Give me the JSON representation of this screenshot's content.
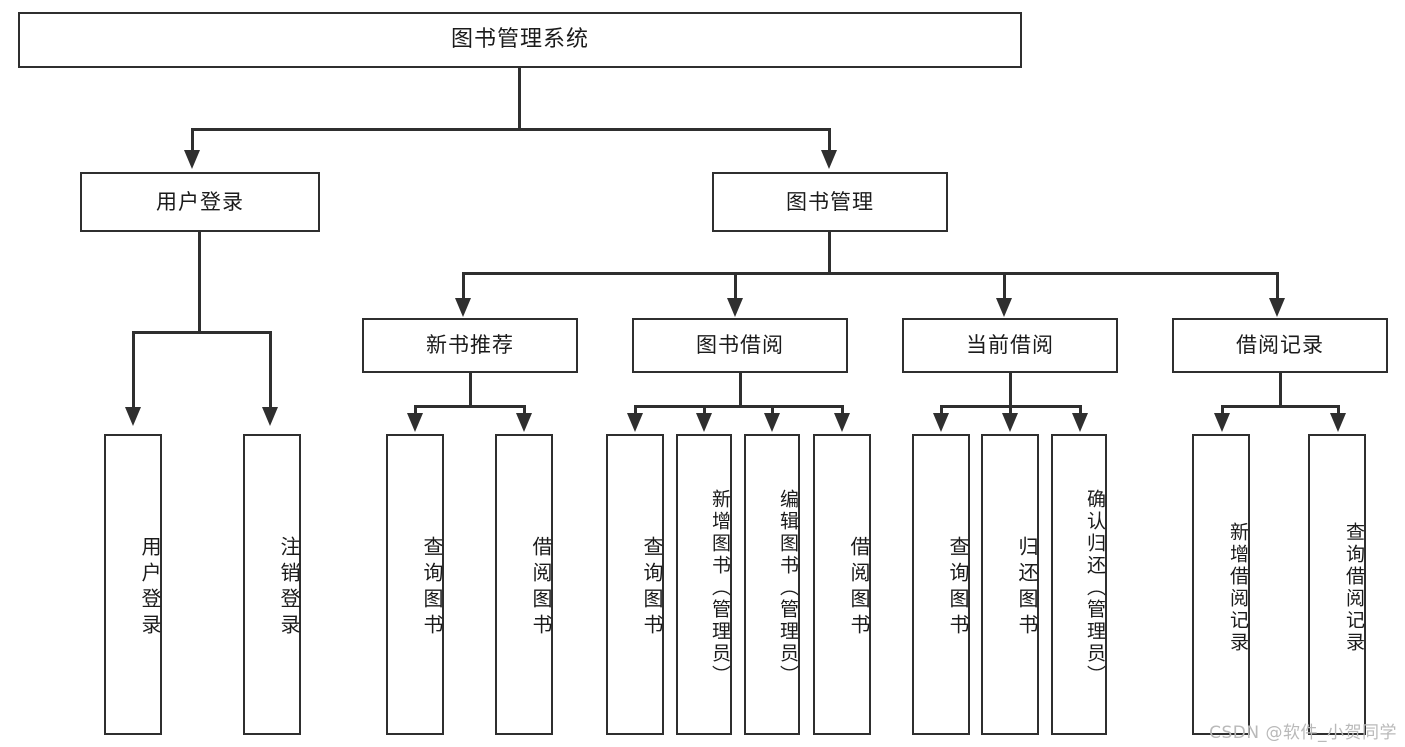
{
  "diagram": {
    "title": "图书管理系统",
    "root": {
      "label": "图书管理系统"
    },
    "level1": [
      {
        "label": "用户登录"
      },
      {
        "label": "图书管理"
      }
    ],
    "level2": [
      {
        "label": "新书推荐"
      },
      {
        "label": "图书借阅"
      },
      {
        "label": "当前借阅"
      },
      {
        "label": "借阅记录"
      }
    ],
    "leaves": {
      "user_login": [
        {
          "label": "用户登录"
        },
        {
          "label": "注销登录"
        }
      ],
      "new_book_recommend": [
        {
          "label": "查询图书"
        },
        {
          "label": "借阅图书"
        }
      ],
      "book_borrow": [
        {
          "label": "查询图书"
        },
        {
          "label": "新增图书（管理员）"
        },
        {
          "label": "编辑图书（管理员）"
        },
        {
          "label": "借阅图书"
        }
      ],
      "current_borrow": [
        {
          "label": "查询图书"
        },
        {
          "label": "归还图书"
        },
        {
          "label": "确认归还（管理员）"
        }
      ],
      "borrow_record": [
        {
          "label": "新增借阅记录"
        },
        {
          "label": "查询借阅记录"
        }
      ]
    }
  },
  "watermark": {
    "text": "CSDN @软件_小贺同学"
  },
  "colors": {
    "line": "#2f2f2f",
    "box_fill": "#ffffff",
    "text": "#1b1b1b",
    "watermark": "#b9b9b9",
    "background": "#ffffff"
  }
}
